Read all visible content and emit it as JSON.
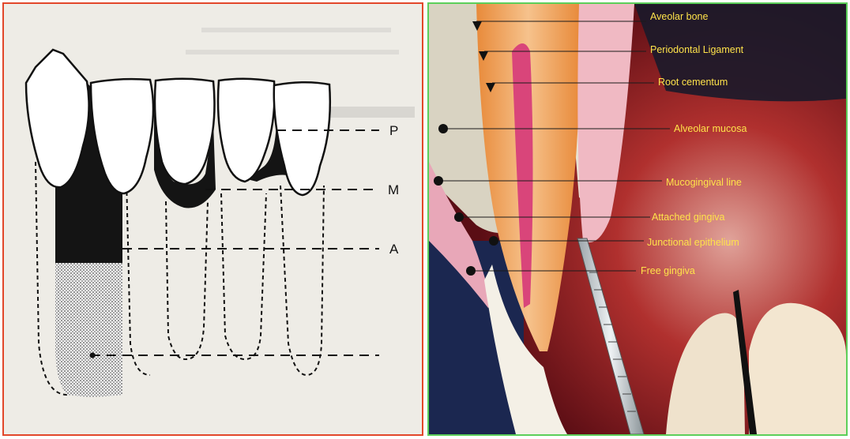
{
  "left_figure": {
    "levels": [
      "P",
      "M",
      "A"
    ],
    "border_color": "#e2472a"
  },
  "right_figure": {
    "labels": [
      "Aveolar bone",
      "Periodontal Ligament",
      "Root cementum",
      "Alveolar mucosa",
      "Mucogingival line",
      "Attached gingiva",
      "Junctional epithelium",
      "Free gingiva"
    ],
    "border_color": "#5ccf5a",
    "label_color": "#ffe34a"
  }
}
